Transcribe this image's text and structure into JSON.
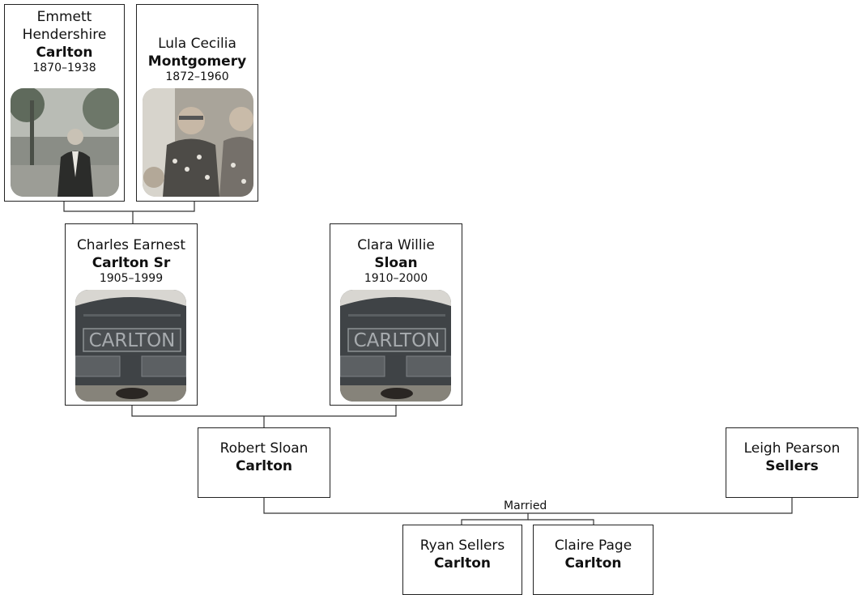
{
  "people": {
    "emmett": {
      "given": "Emmett Hendershire",
      "surname": "Carlton",
      "years": "1870–1938"
    },
    "lula": {
      "given": "Lula Cecilia",
      "surname": "Montgomery",
      "years": "1872–1960"
    },
    "charles": {
      "given": "Charles Earnest",
      "surname": "Carlton Sr",
      "years": "1905–1999"
    },
    "clara": {
      "given": "Clara Willie",
      "surname": "Sloan",
      "years": "1910–2000"
    },
    "robert": {
      "given": "Robert Sloan",
      "surname": "Carlton"
    },
    "leigh": {
      "given": "Leigh Pearson",
      "surname": "Sellers"
    },
    "ryan": {
      "given": "Ryan Sellers",
      "surname": "Carlton"
    },
    "claire": {
      "given": "Claire Page",
      "surname": "Carlton"
    }
  },
  "marriage_label": "Married",
  "gravestone_text": "CARLTON",
  "colors": {
    "border": "#222222",
    "line": "#333333",
    "background": "#ffffff"
  }
}
